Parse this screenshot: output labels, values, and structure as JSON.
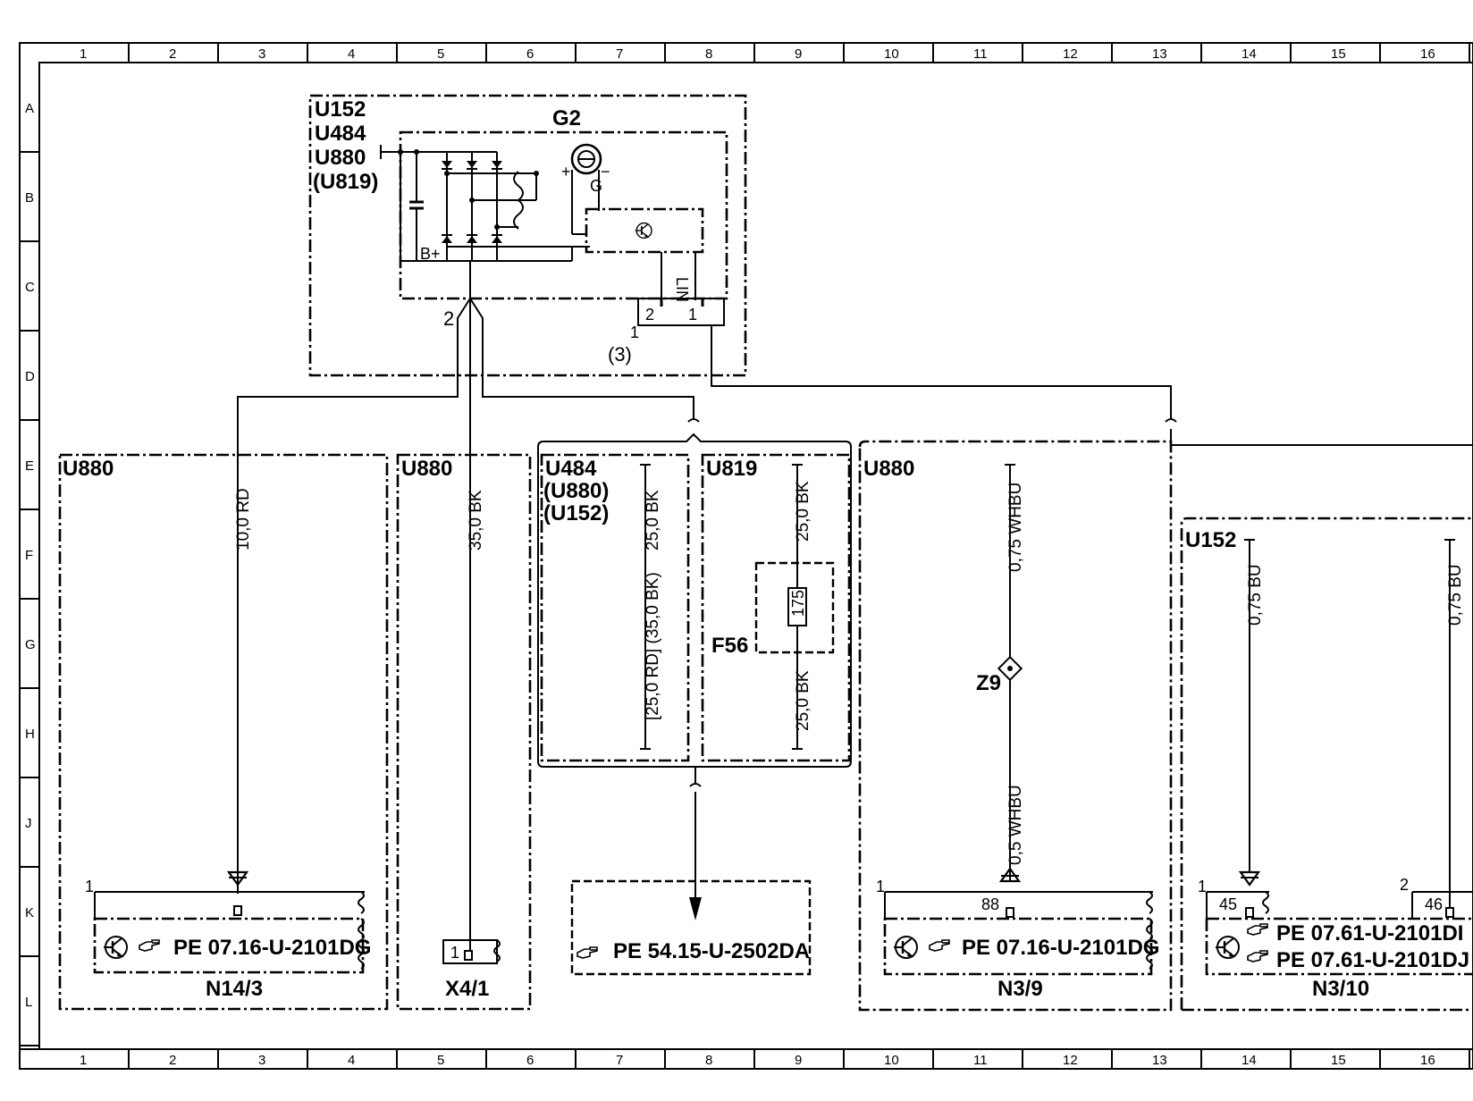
{
  "grid": {
    "columns": [
      "1",
      "2",
      "3",
      "4",
      "5",
      "6",
      "7",
      "8",
      "9",
      "10",
      "11",
      "12",
      "13",
      "14",
      "15",
      "16"
    ],
    "rows": [
      "A",
      "B",
      "C",
      "D",
      "E",
      "F",
      "G",
      "H",
      "J",
      "K",
      "L"
    ]
  },
  "alternator_group": {
    "variants": [
      "U152",
      "U484",
      "U880",
      "(U819)"
    ],
    "component": "G2",
    "terminal_bplus": "B+",
    "terminal_g": "G",
    "terminal_lin": "LIN",
    "plus_sign": "+",
    "minus_sign": "−",
    "pin_2": "2",
    "connector_pin_2": "2",
    "connector_pin_1": "1",
    "connector_pin_1b": "1",
    "connector_ref": "(3)"
  },
  "box_n14_3": {
    "variant": "U880",
    "wire": "10,0 RD",
    "pin": "1",
    "pe_ref": "PE  07.16-U-2101DG",
    "component": "N14/3"
  },
  "box_x4_1": {
    "variant": "U880",
    "wire": "35,0 BK",
    "pin": "1",
    "component": "X4/1"
  },
  "box_u484": {
    "variants": [
      "U484",
      "(U880)",
      "(U152)"
    ],
    "wire_top": "25,0 BK",
    "wire_alt": "[25,0 RD] (35,0 BK)"
  },
  "box_u819": {
    "variant": "U819",
    "wire_top": "25,0 BK",
    "wire_bottom": "25,0 BK",
    "fuse": "F56",
    "fuse_rating": "175"
  },
  "box_pe_5415": {
    "pe_ref": "PE  54.15-U-2502DA"
  },
  "box_n3_9": {
    "variant": "U880",
    "wire_top": "0,75 WHBU",
    "wire_bottom": "0,5 WHBU",
    "splice": "Z9",
    "pin_outer": "1",
    "pin": "88",
    "pe_ref": "PE  07.16-U-2101DG",
    "component": "N3/9"
  },
  "box_n3_10": {
    "variant": "U152",
    "wire_left": "0,75 BU",
    "wire_right": "0,75 BU",
    "pin_outer_1": "1",
    "pin_outer_2": "2",
    "pin_1": "45",
    "pin_2": "46",
    "pe_ref_1": "PE  07.61-U-2101DI",
    "pe_ref_2": "PE  07.61-U-2101DJ",
    "component": "N3/10"
  },
  "icons": {
    "transistor": "transistor-icon",
    "pointing_hand": "pointing-hand-icon"
  }
}
